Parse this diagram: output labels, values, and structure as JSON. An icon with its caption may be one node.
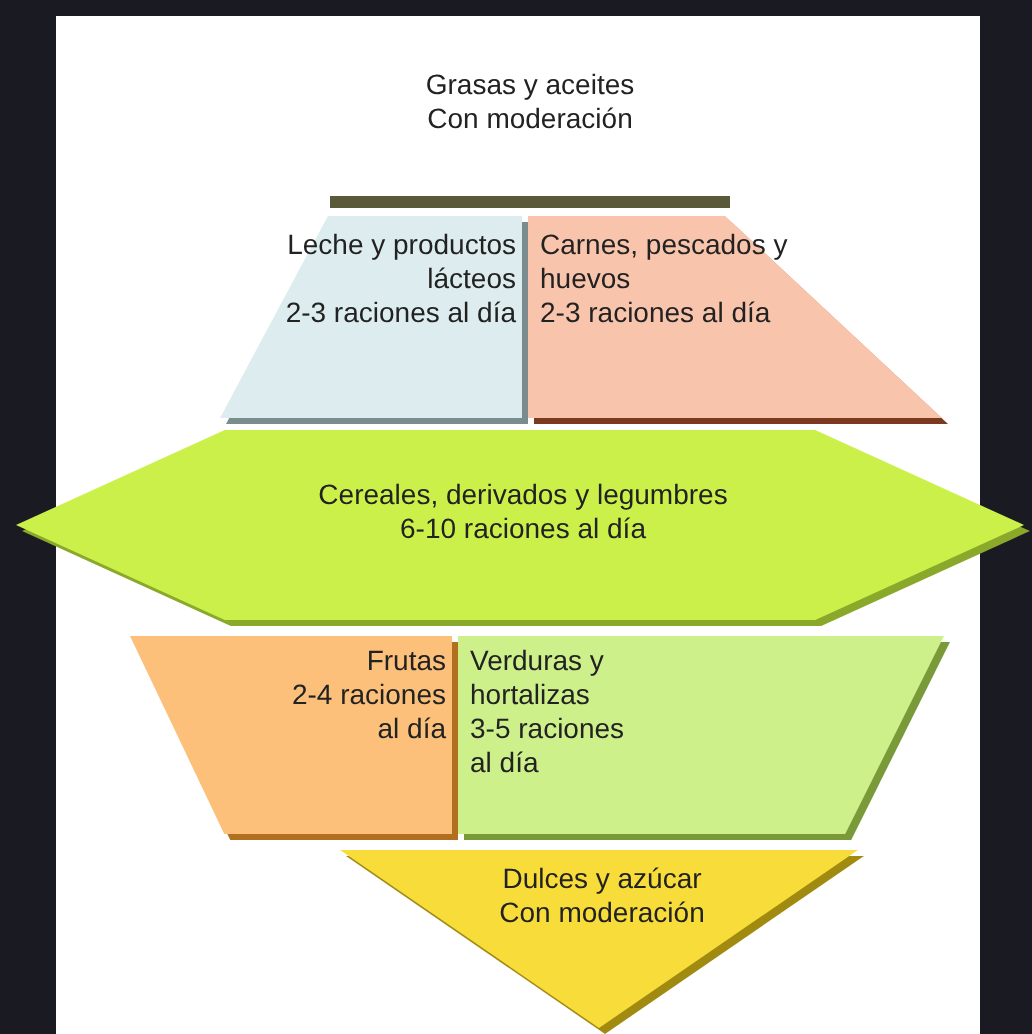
{
  "diagram": {
    "nodes": [
      {
        "text": [
          "Grasas y aceites",
          "Con moderación"
        ]
      },
      {
        "text": [
          "Leche y productos lácteos",
          "2-3 raciones al día"
        ]
      },
      {
        "text": [
          "Carnes, pescados y huevos",
          "2-3 raciones al día"
        ]
      },
      {
        "text": [
          "Cereales, derivados y legumbres",
          "6-10 raciones al día"
        ]
      },
      {
        "text": [
          "Frutas",
          "2-4 raciones al día"
        ]
      },
      {
        "text": [
          "Verduras y hortalizas",
          "3-5 raciones al día"
        ]
      },
      {
        "text": [
          "Dulces y azúcar",
          "Con moderación"
        ]
      }
    ],
    "edges": []
  }
}
